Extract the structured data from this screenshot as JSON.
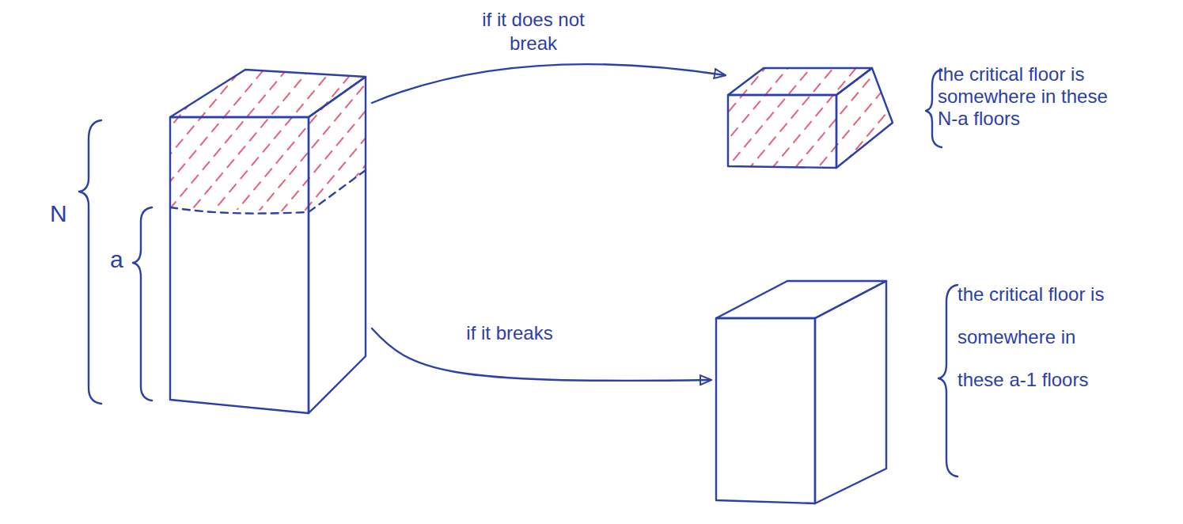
{
  "diagram": {
    "nodes": [
      {
        "text": [
          "N",
          "a"
        ]
      },
      {
        "text": [
          "the critical floor is somewhere in these N-a floors"
        ]
      },
      {
        "text": [
          "the critical floor is somewhere in these a-1 floors"
        ]
      }
    ],
    "edges": [
      {
        "from": 0,
        "to": 1,
        "arrow": "to",
        "label": "if it does not break"
      },
      {
        "from": 0,
        "to": 2,
        "arrow": "to",
        "label": "if it breaks"
      }
    ]
  }
}
